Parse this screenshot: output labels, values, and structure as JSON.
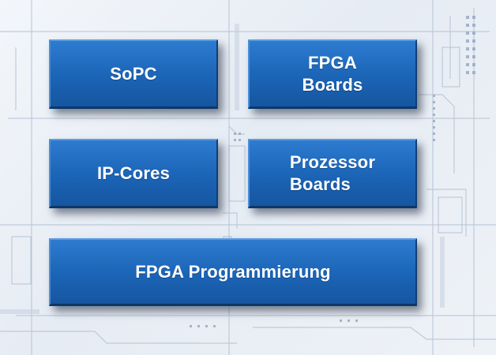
{
  "blocks": {
    "sopc": {
      "label": "SoPC"
    },
    "fpga_boards": {
      "line1": "FPGA",
      "line2": "Boards"
    },
    "ip_cores": {
      "label": "IP-Cores"
    },
    "prozessor_boards": {
      "line1": "Prozessor",
      "line2": "Boards"
    },
    "fpga_programmierung": {
      "label": "FPGA Programmierung"
    }
  },
  "colors": {
    "block_fill": "#1b64b6",
    "block_text": "#ffffff",
    "background": "#eef2f7",
    "circuit_lines": "#9fb0c6"
  }
}
